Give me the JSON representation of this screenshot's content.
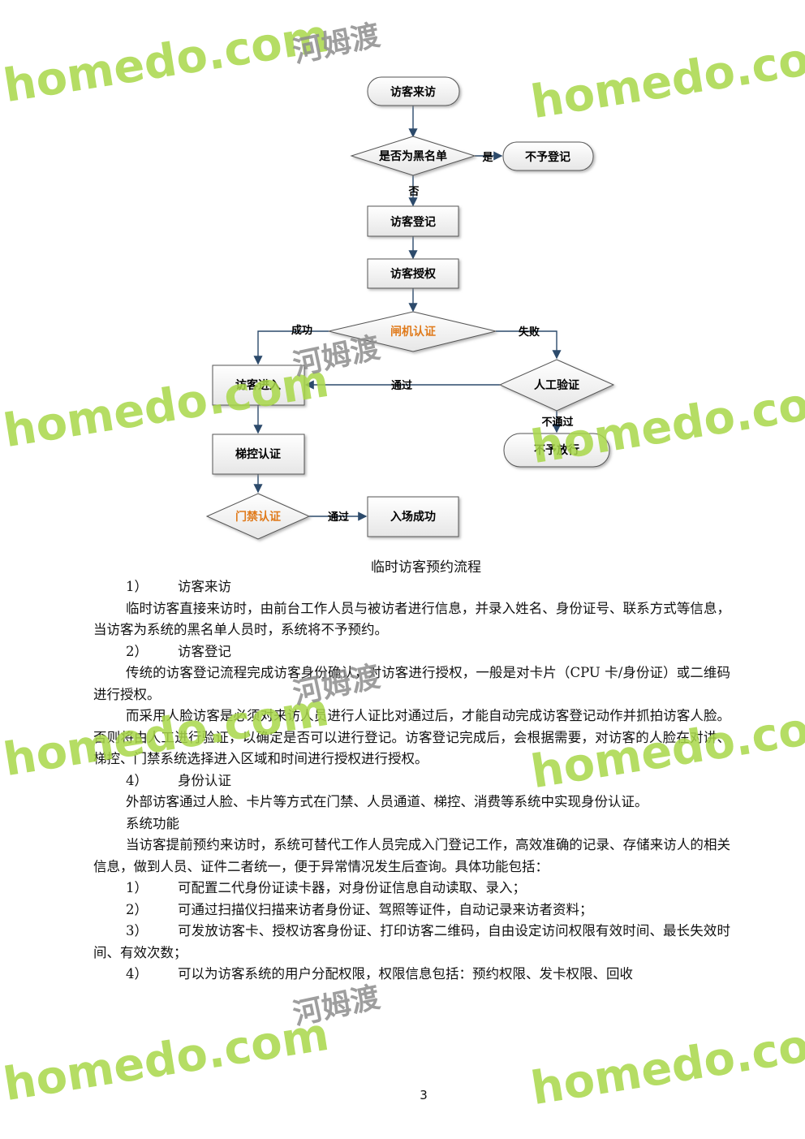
{
  "flowchart": {
    "nodes": {
      "visitor_arrive": "访客来访",
      "blacklist_check": "是否为黑名单",
      "no_register": "不予登记",
      "visitor_register": "访客登记",
      "visitor_authorize": "访客授权",
      "gate_auth": "闸机认证",
      "visitor_enter": "访客进入",
      "manual_verify": "人工验证",
      "no_release": "不予放行",
      "elevator_auth": "梯控认证",
      "door_auth": "门禁认证",
      "entry_success": "入场成功"
    },
    "edges": {
      "yes": "是",
      "no": "否",
      "success": "成功",
      "fail": "失败",
      "pass1": "通过",
      "not_pass": "不通过",
      "pass2": "通过"
    },
    "colors": {
      "highlight": "#e07b1c",
      "line": "#2c4a6b"
    }
  },
  "caption": "临时访客预约流程",
  "content": {
    "s1_num": "1）",
    "s1_title": "访客来访",
    "p1": "临时访客直接来访时，由前台工作人员与被访者进行信息，并录入姓名、身份证号、联系方式等信息，当访客为系统的黑名单人员时，系统将不予预约。",
    "s2_num": "2）",
    "s2_title": "访客登记",
    "p2": "传统的访客登记流程完成访客身份确认，对访客进行授权，一般是对卡片（CPU 卡/身份证）或二维码进行授权。",
    "p3": "而采用人脸访客是必须对来访人员进行人证比对通过后，才能自动完成访客登记动作并抓拍访客人脸。否则将由人工进行验证，以确定是否可以进行登记。访客登记完成后，会根据需要，对访客的人脸在对讲、梯控、门禁系统选择进入区域和时间进行授权进行授权。",
    "s4_num": "4）",
    "s4_title": "身份认证",
    "p4": "外部访客通过人脸、卡片等方式在门禁、人员通道、梯控、消费等系统中实现身份认证。",
    "sys_title": "系统功能",
    "p5": "当访客提前预约来访时，系统可替代工作人员完成入门登记工作，高效准确的记录、存储来访人的相关信息，做到人员、证件二者统一，便于异常情况发生后查询。具体功能包括：",
    "f1_num": "1）",
    "f1": "可配置二代身份证读卡器，对身份证信息自动读取、录入；",
    "f2_num": "2）",
    "f2": "可通过扫描仪扫描来访者身份证、驾照等证件，自动记录来访者资料；",
    "f3_num": "3）",
    "f3": "可发放访客卡、授权访客身份证、打印访客二维码，自由设定访问权限有效时间、最长失效时间、有效次数；",
    "f4_num": "4）",
    "f4": "可以为访客系统的用户分配权限，权限信息包括：预约权限、发卡权限、回收"
  },
  "page_number": "3",
  "watermark": {
    "en": "homedo.com",
    "cn": "河姆渡"
  }
}
